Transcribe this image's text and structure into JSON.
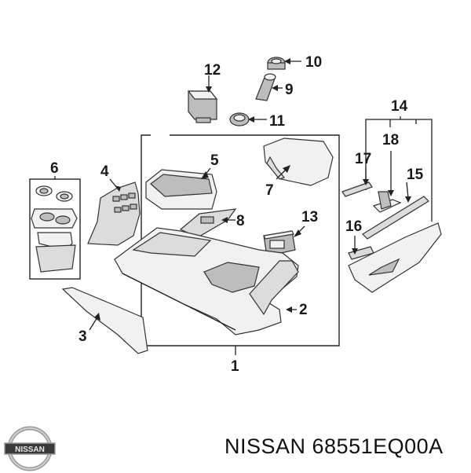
{
  "brand": {
    "logo_text": "NISSAN",
    "part_label": "NISSAN 68551EQ00A"
  },
  "callouts": {
    "c1": "1",
    "c2": "2",
    "c3": "3",
    "c4": "4",
    "c5": "5",
    "c6": "6",
    "c7": "7",
    "c8": "8",
    "c9": "9",
    "c10": "10",
    "c11": "11",
    "c12": "12",
    "c13": "13",
    "c14": "14",
    "c15": "15",
    "c16": "16",
    "c17": "17",
    "c18": "18"
  },
  "colors": {
    "line": "#222222",
    "part_fill": "#f1f1f1",
    "shade": "#bdbdbd"
  }
}
